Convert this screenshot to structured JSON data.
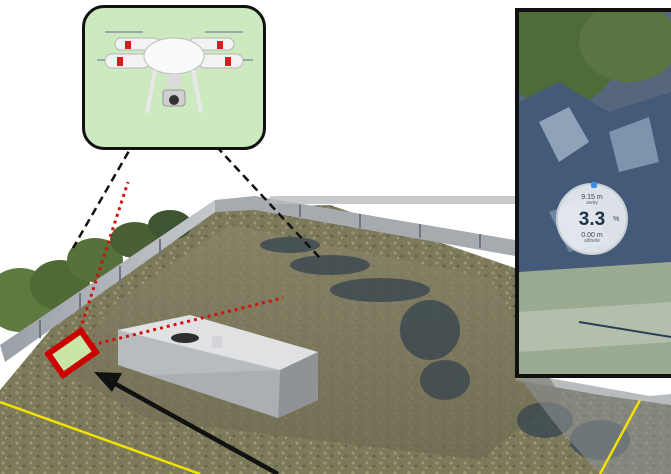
{
  "figure": {
    "hud": {
      "distance_value": "9.15 m",
      "distance_label": "away",
      "main_value": "3.3",
      "main_unit": "%",
      "altitude_value": "0.00 m",
      "altitude_label": "altitude"
    },
    "colors": {
      "callout_background": "#cde9c0",
      "camera_footprint": "#cc0000",
      "footprint_fill": "#c8e6a8",
      "view_cone_dotted": "#d01010",
      "boundary_line": "#f2e200",
      "arrow": "#111111",
      "hud_accent": "#3a8ee6"
    },
    "icons": [
      "drone-icon",
      "camera-footprint-icon",
      "pointer-arrow-icon"
    ]
  }
}
